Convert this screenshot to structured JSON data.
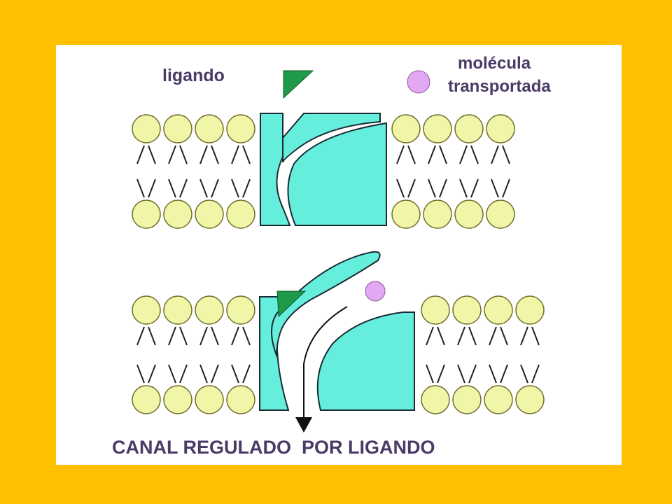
{
  "colors": {
    "background_frame": "#FFC000",
    "panel": "#FFFFFF",
    "lipid_head": "#F0F5A8",
    "lipid_head_outline": "#6E6E2A",
    "channel": "#66EEDD",
    "channel_outline": "#1A2A33",
    "ligand": "#1E9A4A",
    "molecule": "#E2A8F2",
    "label_text": "#4A3A66"
  },
  "labels": {
    "ligand": "ligando",
    "molecule_line1": "molécula",
    "molecule_line2": "transportada",
    "caption": "CANAL REGULADO  POR LIGANDO"
  },
  "panels": [
    {
      "state": "closed",
      "icons": [
        "lipid-bilayer-icon",
        "ligand-gated-channel-icon",
        "ligand-icon",
        "transported-molecule-icon"
      ]
    },
    {
      "state": "open",
      "icons": [
        "lipid-bilayer-icon",
        "ligand-gated-channel-icon",
        "bound-ligand-icon",
        "transported-molecule-icon",
        "transport-arrow-icon"
      ]
    }
  ]
}
